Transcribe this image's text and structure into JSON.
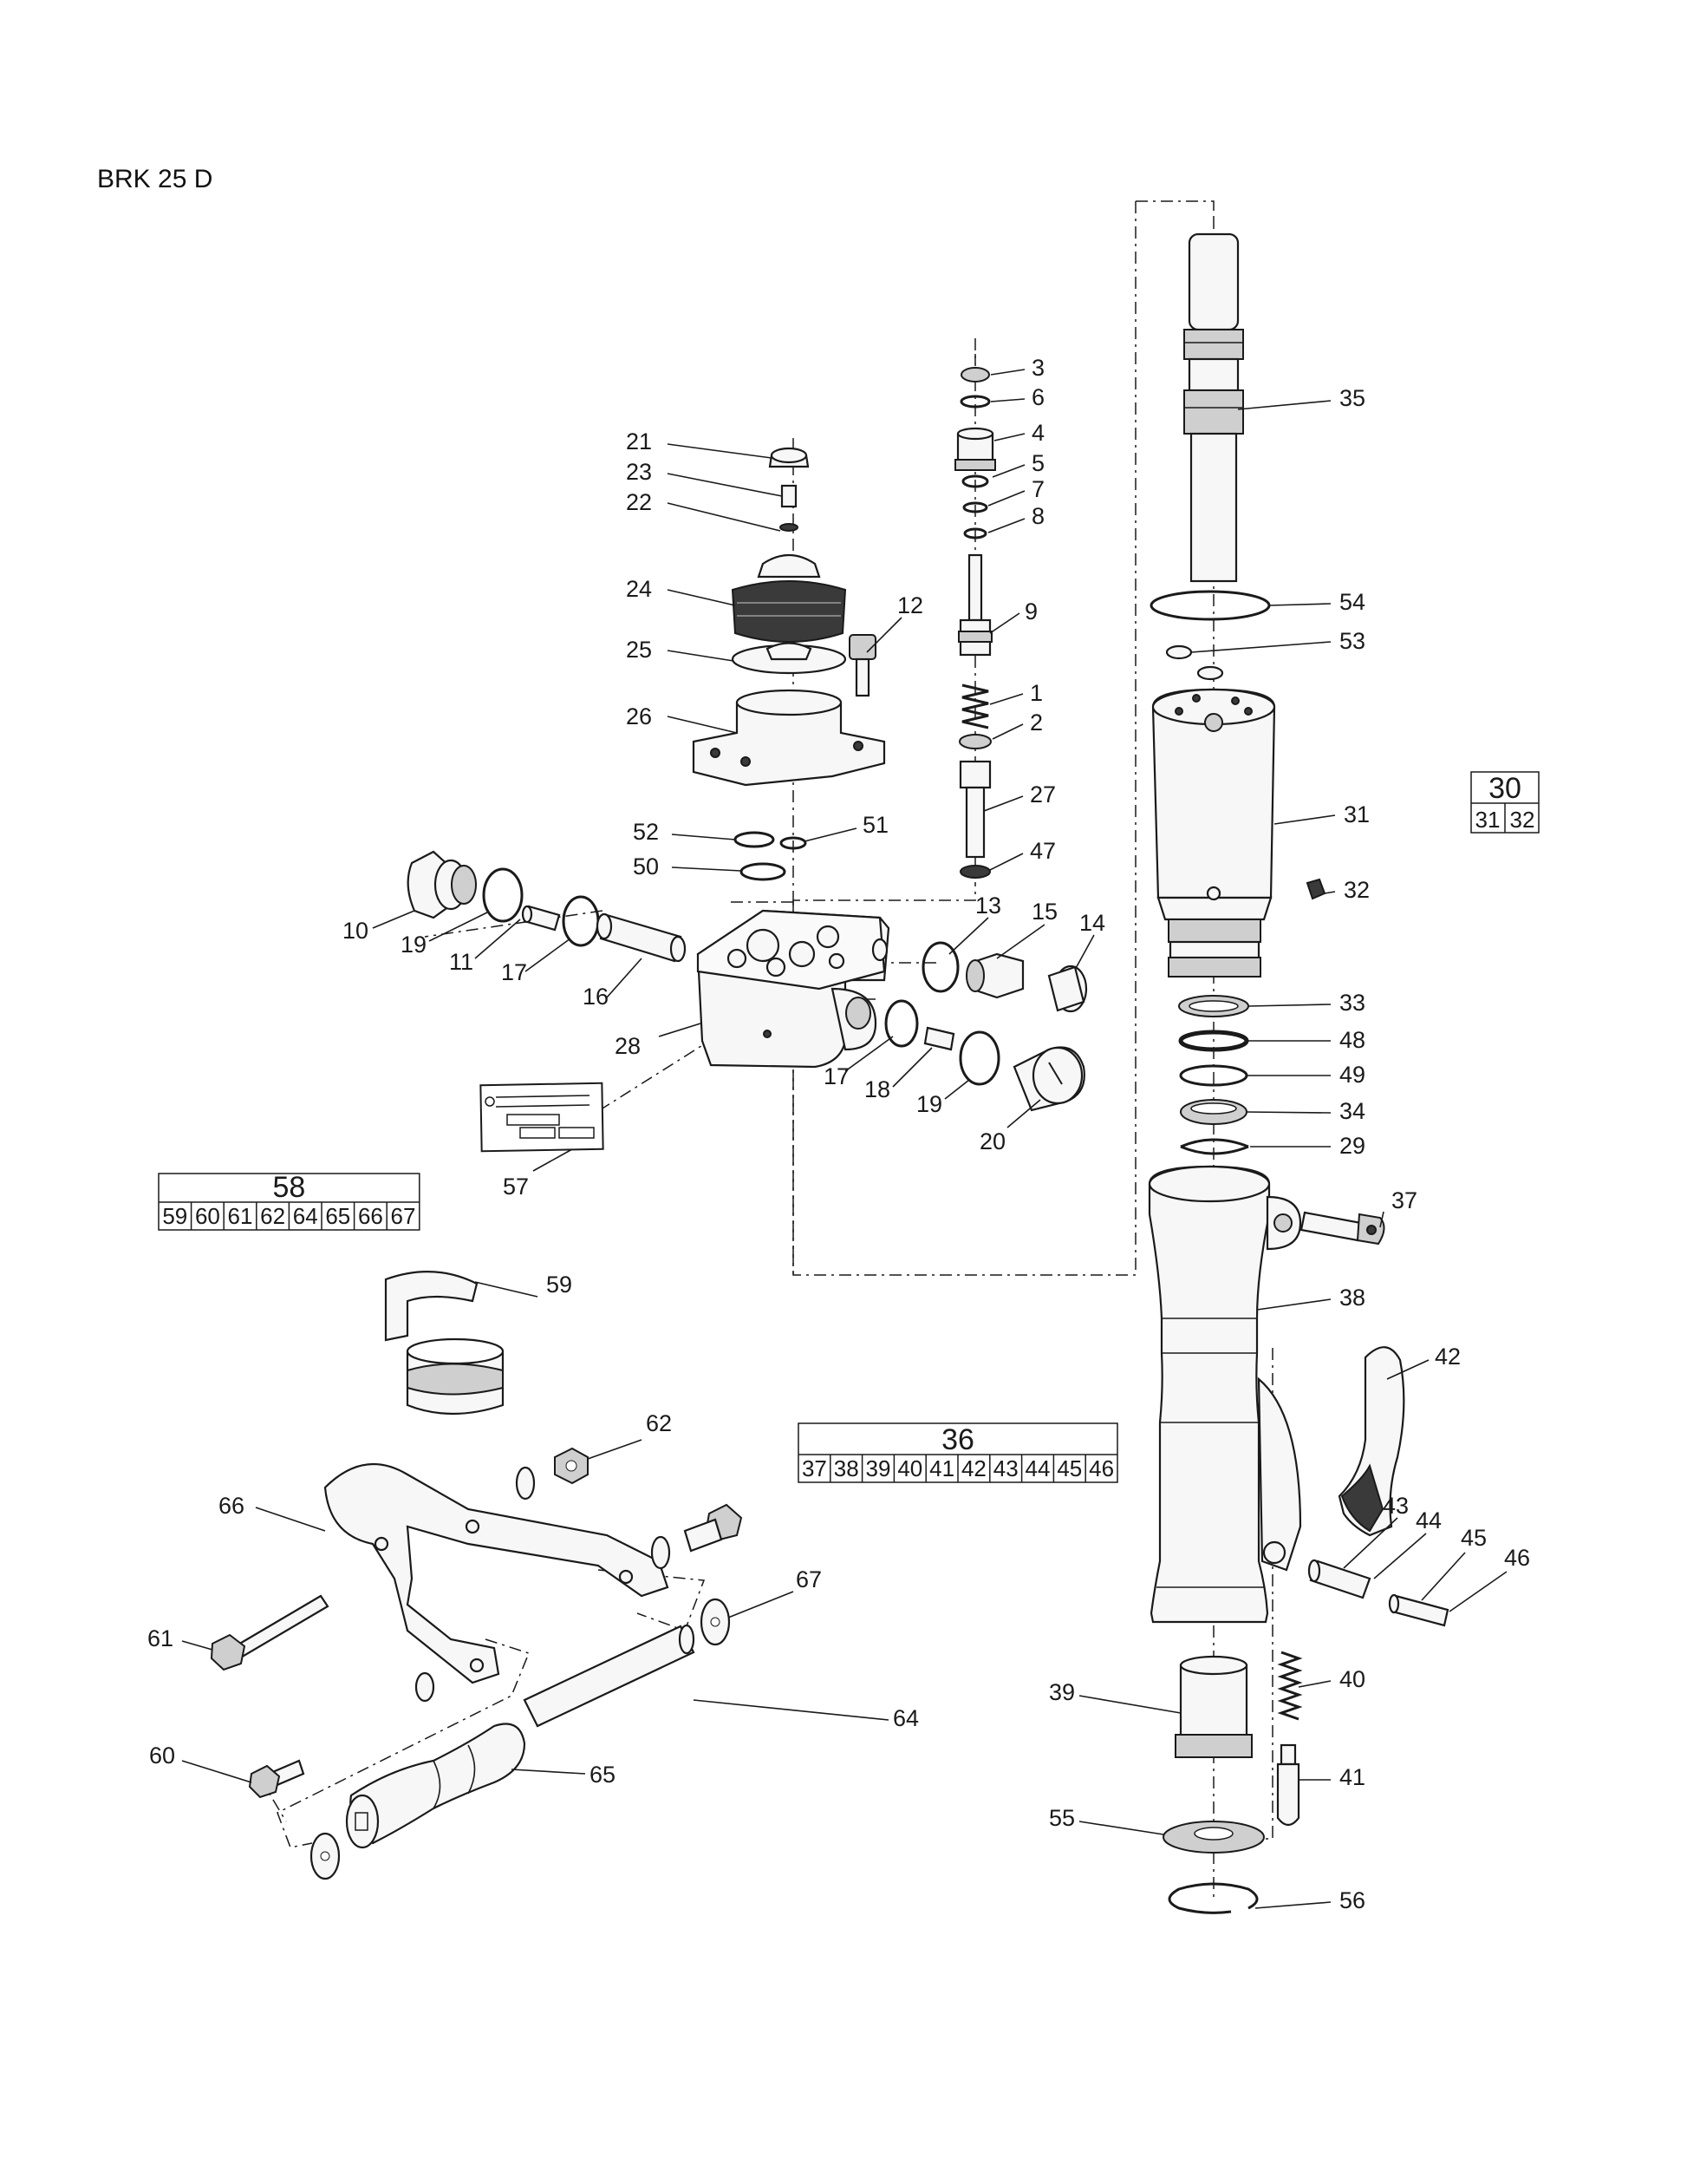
{
  "title": "BRK 25 D",
  "group_tables": {
    "g30": {
      "title": "30",
      "items": [
        "31",
        "32"
      ]
    },
    "g58": {
      "title": "58",
      "items": [
        "59",
        "60",
        "61",
        "62",
        "64",
        "65",
        "66",
        "67"
      ]
    },
    "g36": {
      "title": "36",
      "items": [
        "37",
        "38",
        "39",
        "40",
        "41",
        "42",
        "43",
        "44",
        "45",
        "46"
      ]
    }
  },
  "callouts": [
    "1",
    "2",
    "3",
    "4",
    "5",
    "6",
    "7",
    "8",
    "9",
    "10",
    "11",
    "12",
    "13",
    "14",
    "15",
    "16",
    "17",
    "17",
    "18",
    "19",
    "19",
    "20",
    "21",
    "22",
    "23",
    "24",
    "25",
    "26",
    "27",
    "28",
    "29",
    "31",
    "32",
    "33",
    "34",
    "35",
    "37",
    "38",
    "39",
    "40",
    "41",
    "42",
    "43",
    "44",
    "45",
    "46",
    "47",
    "48",
    "49",
    "50",
    "51",
    "52",
    "53",
    "54",
    "55",
    "56",
    "57",
    "59",
    "60",
    "61",
    "62",
    "64",
    "65",
    "66",
    "67"
  ]
}
